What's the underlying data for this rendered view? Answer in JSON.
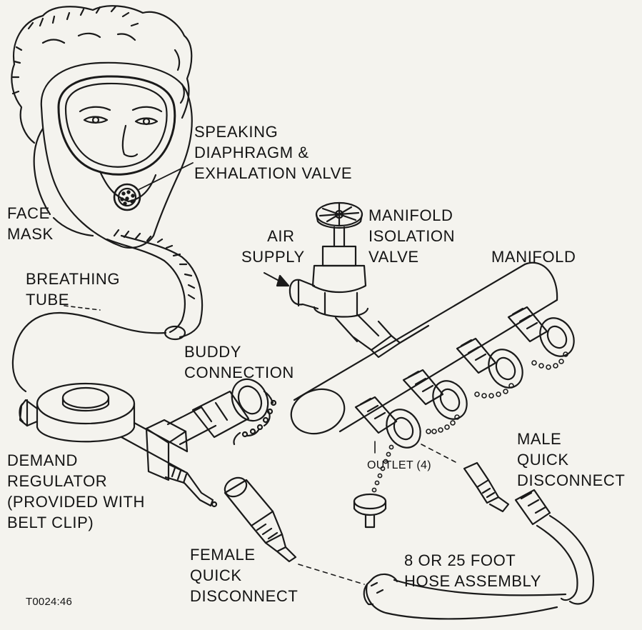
{
  "labels": {
    "speaking_diaphragm": [
      "SPEAKING",
      "DIAPHRAGM &",
      "EXHALATION VALVE"
    ],
    "face_mask": [
      "FACE",
      "MASK"
    ],
    "manifold_isolation_valve": [
      "MANIFOLD",
      "ISOLATION",
      "VALVE"
    ],
    "air_supply": [
      "AIR",
      "SUPPLY"
    ],
    "manifold": [
      "MANIFOLD"
    ],
    "breathing_tube": [
      "BREATHING",
      "TUBE"
    ],
    "buddy_connection": [
      "BUDDY",
      "CONNECTION"
    ],
    "demand_regulator": [
      "DEMAND",
      "REGULATOR",
      "(PROVIDED WITH",
      "BELT CLIP)"
    ],
    "male_quick_disconnect": [
      "MALE",
      "QUICK",
      "DISCONNECT"
    ],
    "outlet": "OUTLET (4)",
    "female_quick_disconnect": [
      "FEMALE",
      "QUICK",
      "DISCONNECT"
    ],
    "hose_assembly": [
      "8 OR 25 FOOT",
      "HOSE ASSEMBLY"
    ],
    "figure_code": "T0024:46"
  }
}
